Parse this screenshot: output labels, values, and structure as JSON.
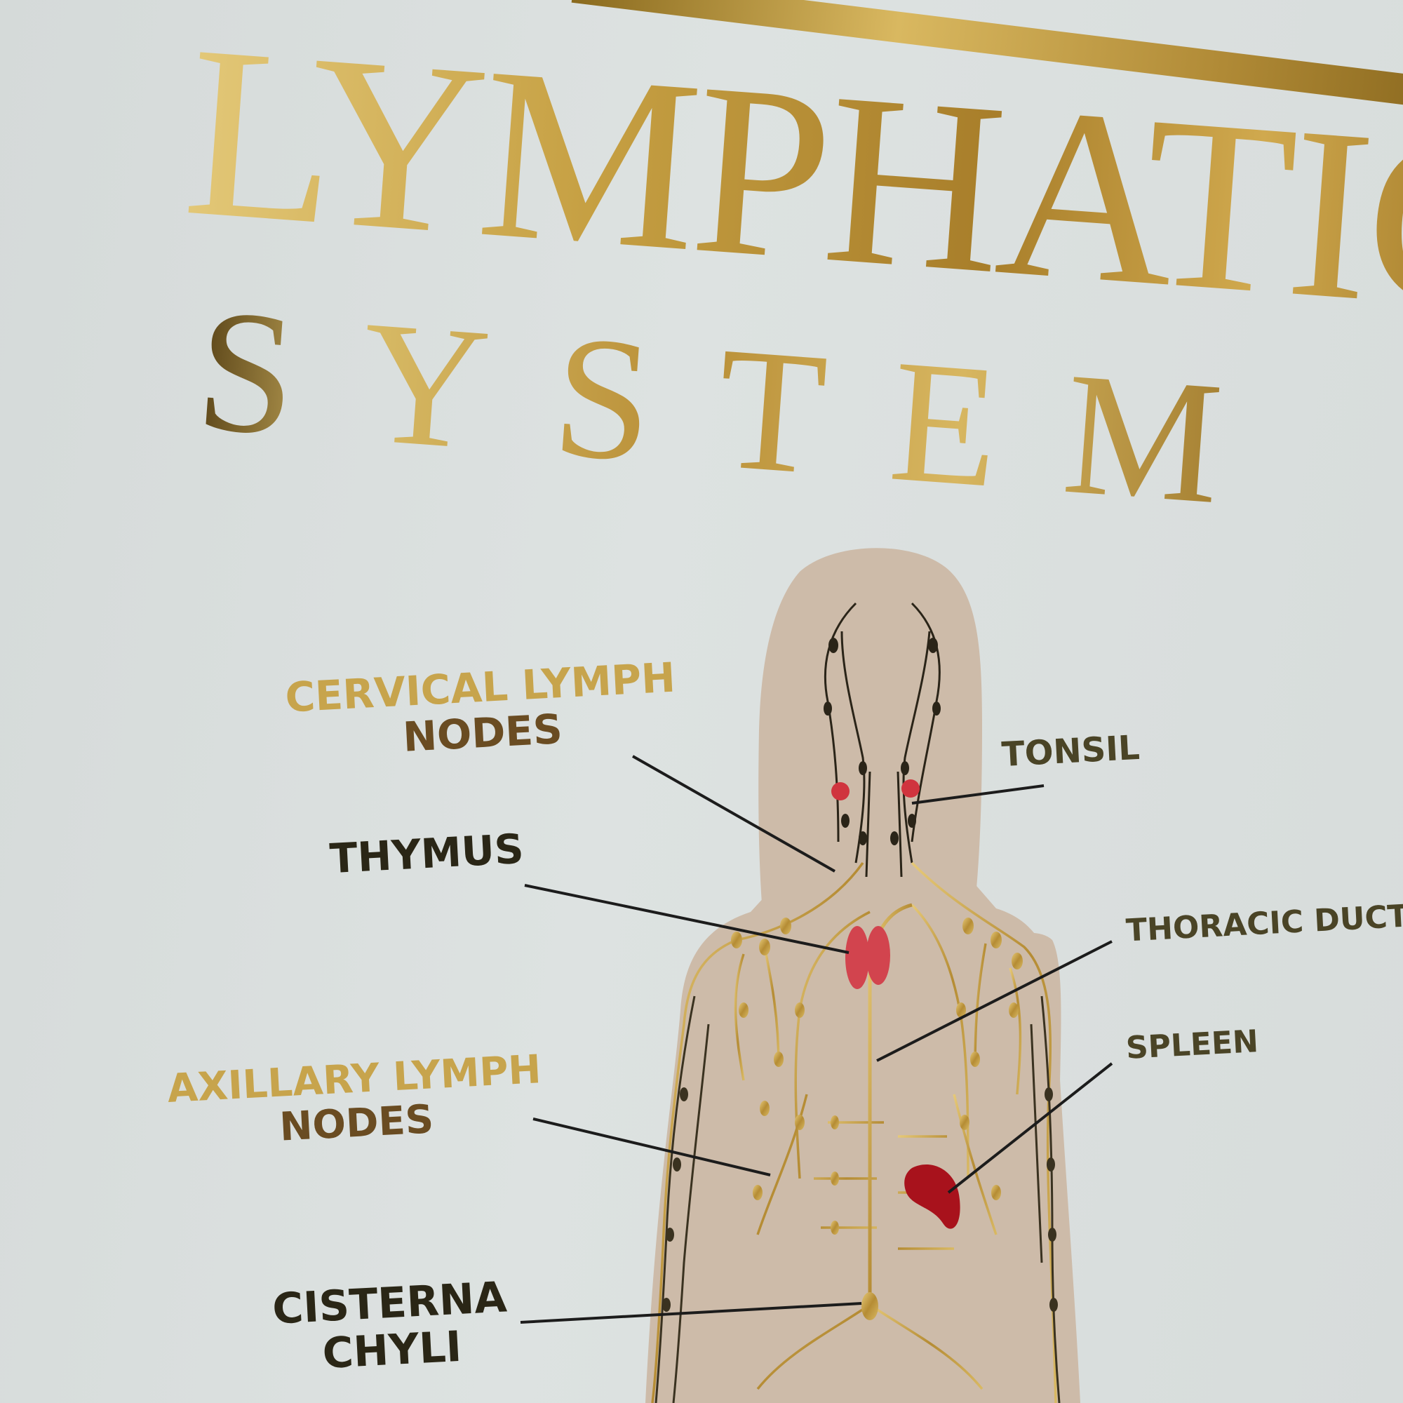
{
  "title": {
    "line1": "LYMPHATIC",
    "line2": "SYSTEM"
  },
  "labels": {
    "cervical_line1": "CERVICAL LYMPH",
    "cervical_line2": "NODES",
    "tonsil": "TONSIL",
    "thymus": "THYMUS",
    "thoracic_duct": "THORACIC DUCT",
    "spleen": "SPLEEN",
    "axillary_line1": "AXILLARY LYMPH",
    "axillary_line2": "NODES",
    "cisterna_line1": "CISTERNA",
    "cisterna_line2": "CHYLI"
  },
  "colors": {
    "gold": "#c9a44a",
    "body": "#cdbba9",
    "organ_red": "#c8323c",
    "spleen_red": "#a8121c",
    "leader_line": "#1c1c1c"
  }
}
